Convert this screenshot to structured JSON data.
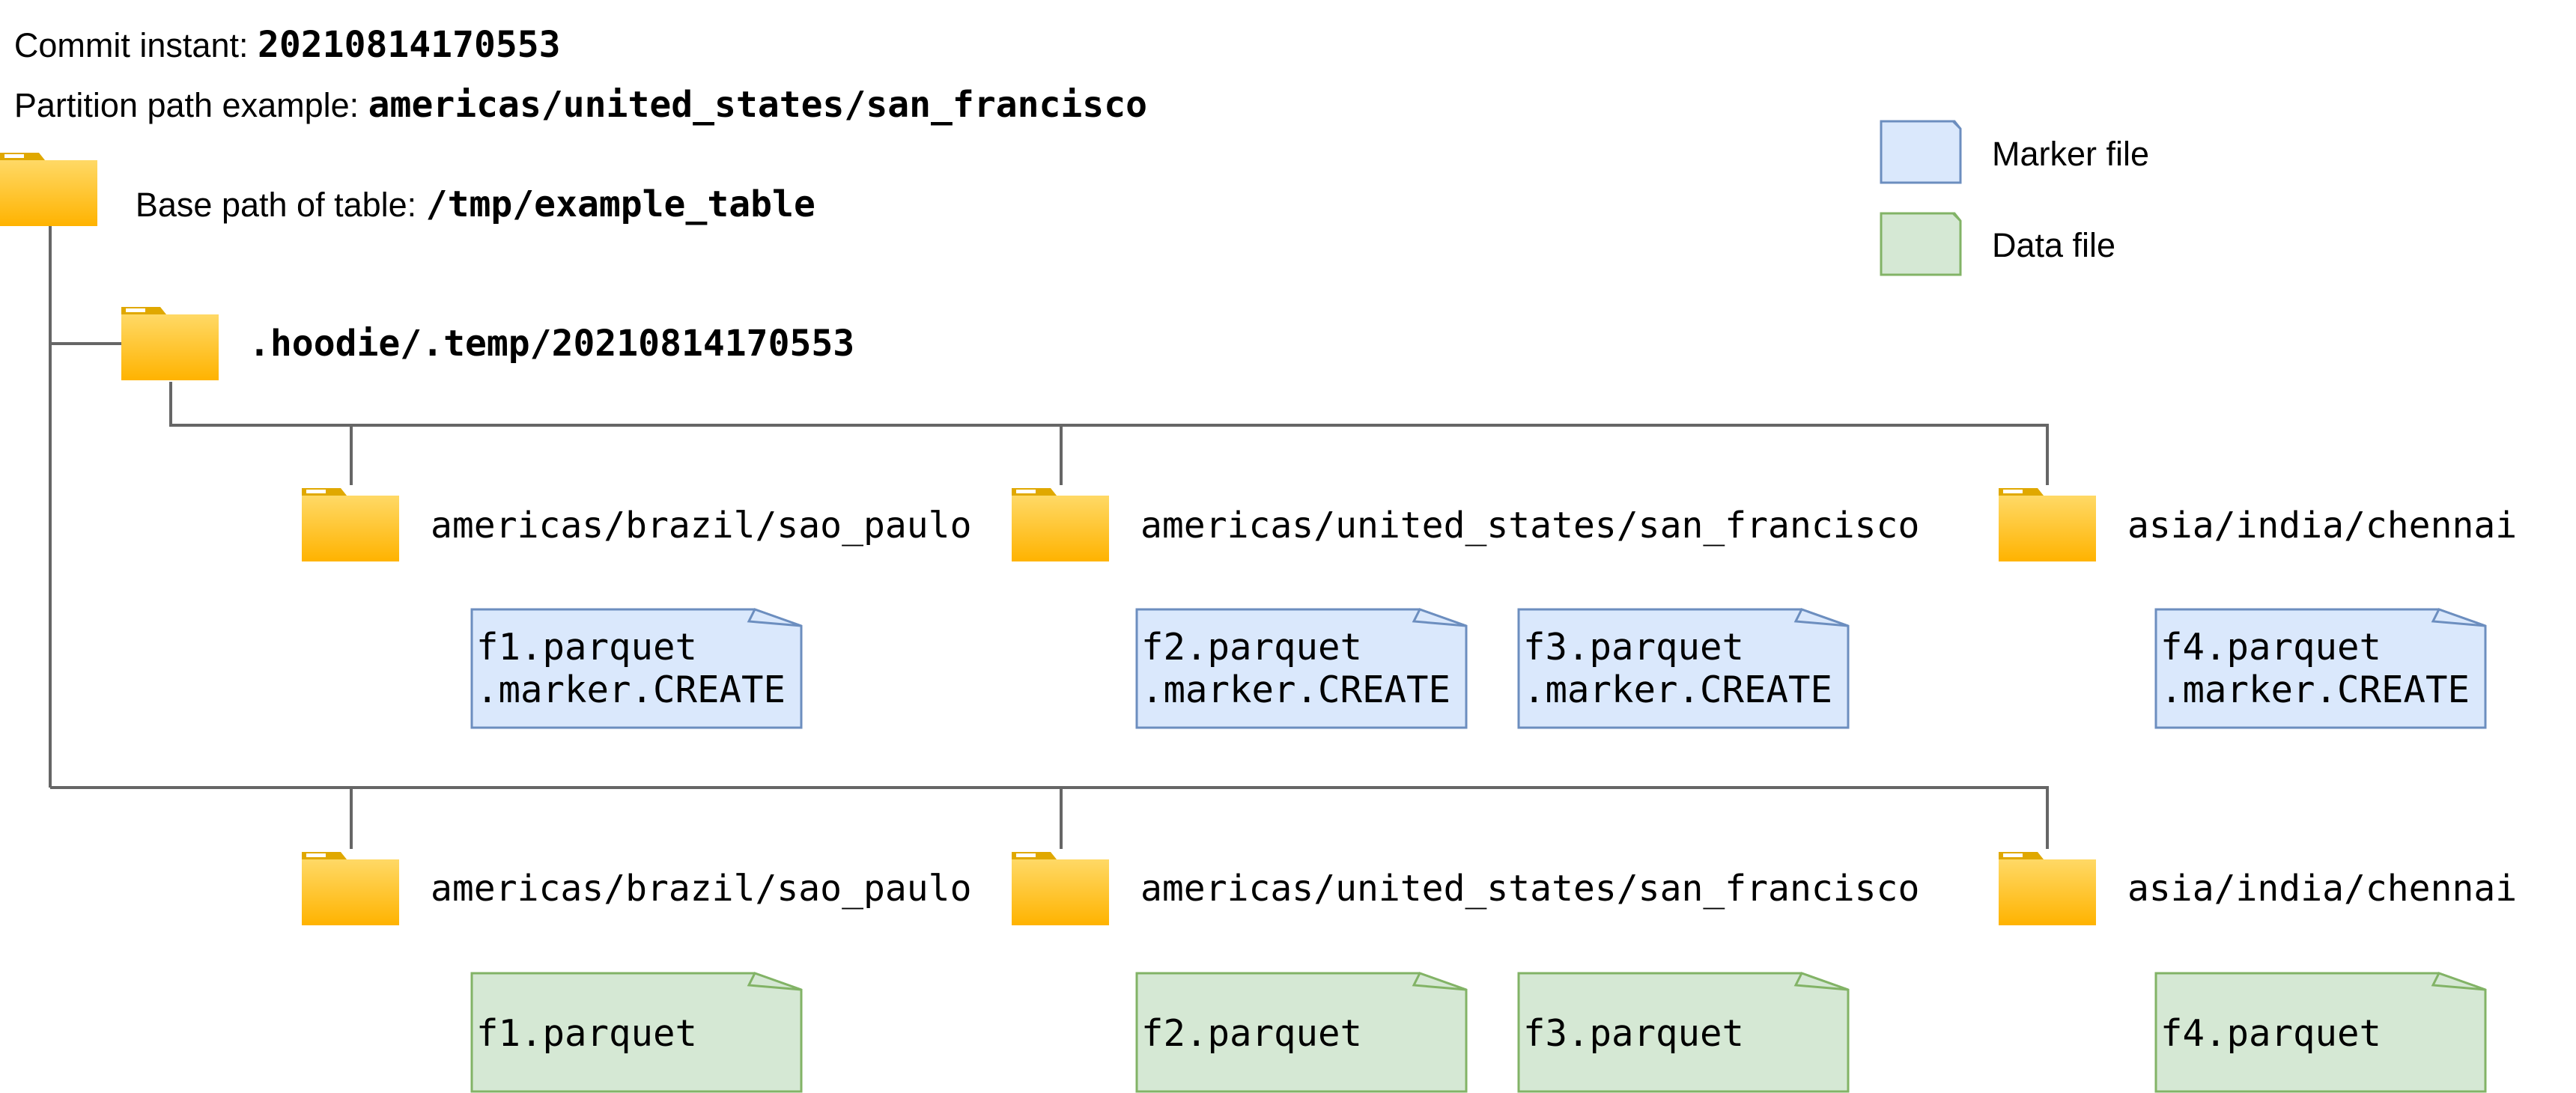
{
  "header": {
    "commit_label": "Commit instant: ",
    "commit_value": "20210814170553",
    "partition_label": "Partition path example: ",
    "partition_value": "americas/united_states/san_francisco"
  },
  "base": {
    "label": "Base path of table: ",
    "value": "/tmp/example_table"
  },
  "temp_dir": ".hoodie/.temp/20210814170553",
  "legend": {
    "marker": "Marker file",
    "data": "Data file"
  },
  "partitions_temp": [
    "americas/brazil/sao_paulo",
    "americas/united_states/san_francisco",
    "asia/india/chennai"
  ],
  "partitions_data": [
    "americas/brazil/sao_paulo",
    "americas/united_states/san_francisco",
    "asia/india/chennai"
  ],
  "marker_files": [
    {
      "line1": "f1.parquet",
      "line2": ".marker.CREATE"
    },
    {
      "line1": "f2.parquet",
      "line2": ".marker.CREATE"
    },
    {
      "line1": "f3.parquet",
      "line2": ".marker.CREATE"
    },
    {
      "line1": "f4.parquet",
      "line2": ".marker.CREATE"
    }
  ],
  "data_files": [
    "f1.parquet",
    "f2.parquet",
    "f3.parquet",
    "f4.parquet"
  ],
  "colors": {
    "folder_top": "#ffd966",
    "folder_bottom": "#ffb300",
    "folder_tab": "#e0a800",
    "marker_fill": "#dae8fc",
    "marker_stroke": "#6c8ebf",
    "data_fill": "#d5e8d4",
    "data_stroke": "#82b366",
    "line": "#666666"
  },
  "icons": {
    "folder": "folder-icon",
    "marker": "marker-file-icon",
    "data": "data-file-icon"
  }
}
